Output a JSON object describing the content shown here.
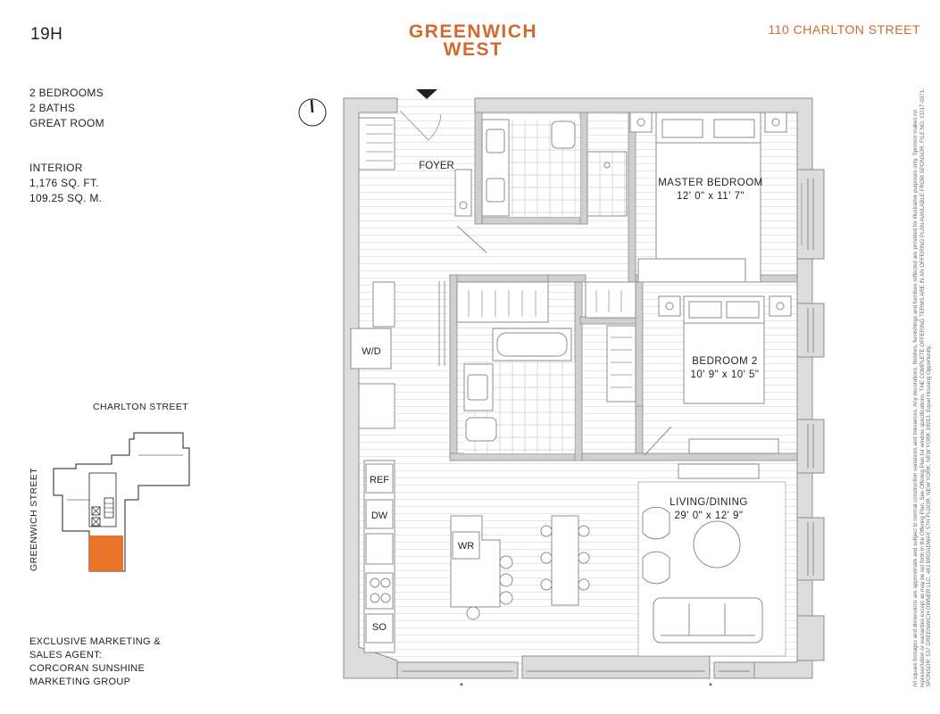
{
  "header": {
    "unit": "19H",
    "logo_line1": "GREENWICH",
    "logo_line2": "WEST",
    "address": "110 CHARLTON STREET"
  },
  "specs": {
    "bedrooms": "2 BEDROOMS",
    "baths": "2 BATHS",
    "great_room": "GREAT ROOM",
    "interior_label": "INTERIOR",
    "sq_ft": "1,176 SQ. FT.",
    "sq_m": "109.25 SQ. M."
  },
  "keyplan": {
    "street_top": "CHARLTON STREET",
    "street_side": "GREENWICH STREET",
    "highlight_color": "#e8742a"
  },
  "rooms": {
    "foyer": "FOYER",
    "master_bedroom": "MASTER BEDROOM",
    "master_bedroom_dims": "12' 0\" x 11' 7\"",
    "bedroom2": "BEDROOM 2",
    "bedroom2_dims": "10' 9\" x 10' 5\"",
    "living": "LIVING/DINING",
    "living_dims": "29' 0\" x 12' 9\"",
    "wd": "W/D",
    "ref": "REF",
    "dw": "DW",
    "so": "SO",
    "wr": "WR"
  },
  "marks": {
    "asterisk": "*"
  },
  "agent": {
    "line1": "EXCLUSIVE MARKETING &",
    "line2": "SALES AGENT:",
    "line3": "CORCORAN SUNSHINE",
    "line4": "MARKETING GROUP"
  },
  "disclaimer": "All square footages and dimensions are approximate and subject to normal construction variances and tolerances. Any decorations, finishes, furnishings and furniture reflected are provided for illustrative purposes only. Sponsor makes no representation or warranties except as may be set forth in the Offering Plan. See Offering Plan for window specifications. THE COMPLETE OFFERING TERMS ARE IN AN OFFERING PLAN AVAILABLE FROM SPONSOR. FILE NO. CD17-0371. SPONSOR: 537 GREENWICH OWNER LLC, 483 BROADWAY, 5TH FLOOR, NEW YORK, NEW YORK 10013. Equal Housing Opportunity.",
  "colors": {
    "accent": "#d16a2c",
    "wall": "#dcdcdc",
    "wall_stroke": "#8c8c8c",
    "floor_line": "#e6e6e6"
  }
}
